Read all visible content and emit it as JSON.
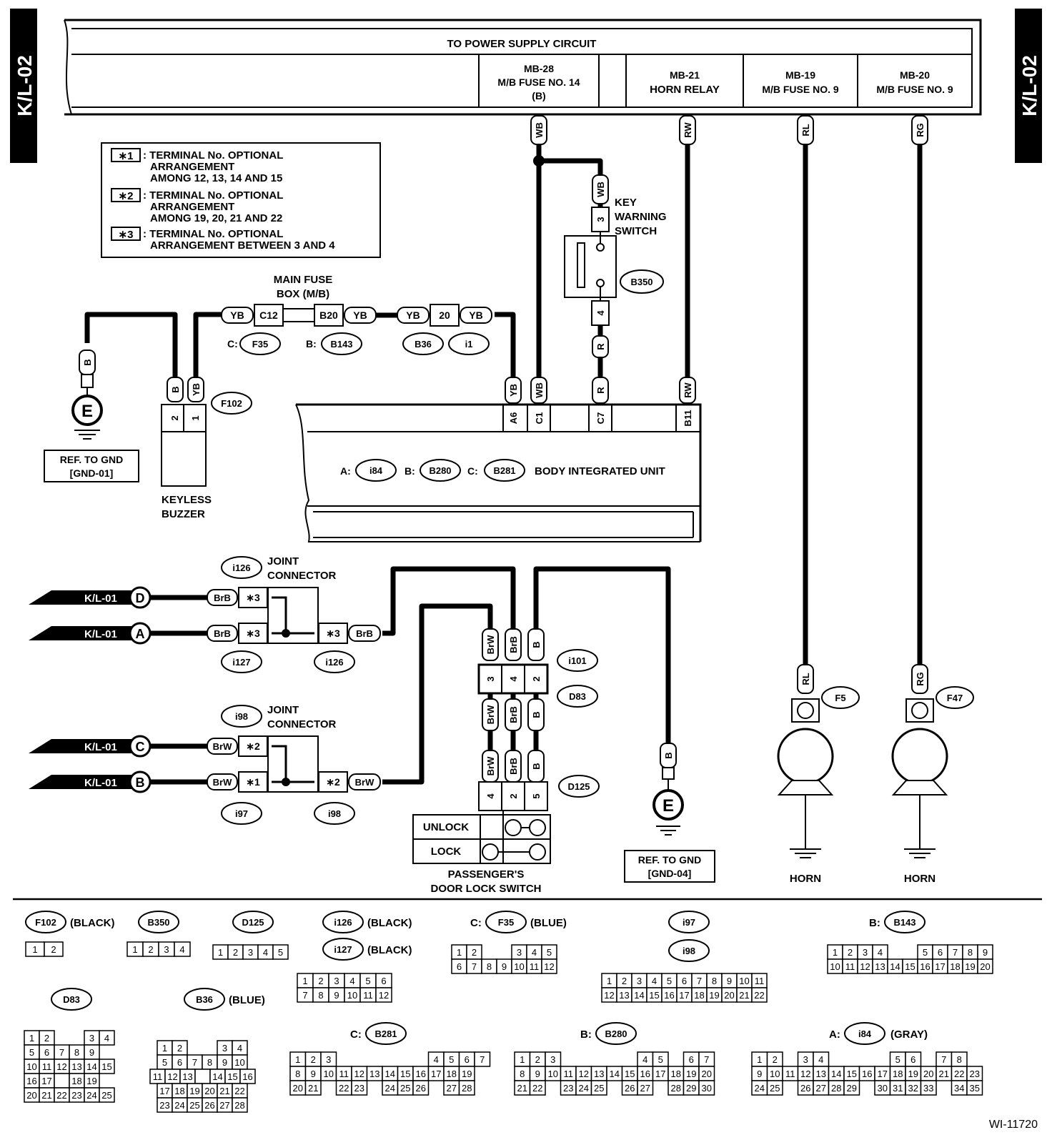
{
  "sheet": {
    "id_left": "K/L-02",
    "id_right": "K/L-02",
    "figure_number": "WI-11720"
  },
  "power_supply": {
    "title": "TO POWER SUPPLY CIRCUIT",
    "fuse14_l1": "MB-28",
    "fuse14_l2": "M/B FUSE NO. 14",
    "fuse14_l3": "(B)",
    "horn_relay_l1": "MB-21",
    "horn_relay_l2": "HORN RELAY",
    "fuse9a_l1": "MB-19",
    "fuse9a_l2": "M/B FUSE NO. 9",
    "fuse9b_l1": "MB-20",
    "fuse9b_l2": "M/B FUSE NO. 9"
  },
  "notes": {
    "n1_mark": "∗1",
    "n1_l1": ": TERMINAL No. OPTIONAL",
    "n1_l2": "ARRANGEMENT",
    "n1_l3": "AMONG 12, 13, 14 AND 15",
    "n2_mark": "∗2",
    "n2_l1": ": TERMINAL No. OPTIONAL",
    "n2_l2": "ARRANGEMENT",
    "n2_l3": "AMONG 19, 20, 21 AND 22",
    "n3_mark": "∗3",
    "n3_l1": ": TERMINAL No. OPTIONAL",
    "n3_l2": "ARRANGEMENT BETWEEN 3 AND 4"
  },
  "wires": {
    "wb": "WB",
    "rw": "RW",
    "rl": "RL",
    "rg": "RG",
    "yb": "YB",
    "b": "B",
    "r": "R",
    "brb": "BrB",
    "brw": "BrW"
  },
  "key_switch": {
    "l1": "KEY",
    "l2": "WARNING",
    "l3": "SWITCH",
    "pin_top": "3",
    "pin_bot": "4",
    "conn": "B350"
  },
  "main_fuse": {
    "l1": "MAIN FUSE",
    "l2": "BOX (M/B)",
    "c12": "C12",
    "b20": "B20",
    "pin20": "20",
    "lbl_c": "C:",
    "lbl_b": "B:",
    "f35": "F35",
    "b143": "B143",
    "b36": "B36",
    "i1": "i1"
  },
  "body_unit": {
    "label": "BODY INTEGRATED UNIT",
    "a6": "A6",
    "c1": "C1",
    "c7": "C7",
    "b11": "B11",
    "lbl_a": "A:",
    "lbl_b": "B:",
    "lbl_c": "C:",
    "i84": "i84",
    "b280": "B280",
    "b281": "B281"
  },
  "ground": {
    "e": "E",
    "ref1_l1": "REF. TO GND",
    "ref1_l2": "[GND-01]",
    "ref2_l1": "REF. TO GND",
    "ref2_l2": "[GND-04]"
  },
  "buzzer": {
    "l1": "KEYLESS",
    "l2": "BUZZER",
    "pin2": "2",
    "pin1": "1",
    "conn": "F102"
  },
  "joints": {
    "label_l1": "JOINT",
    "label_l2": "CONNECTOR",
    "i126": "i126",
    "i127": "i127",
    "i98": "i98",
    "i97": "i97",
    "s1": "∗1",
    "s2": "∗2",
    "s3": "∗3"
  },
  "refs": {
    "kl01": "K/L-01",
    "d": "D",
    "a": "A",
    "c": "C",
    "b": "B"
  },
  "door_switch": {
    "i101": "i101",
    "d83": "D83",
    "d125": "D125",
    "p3": "3",
    "p4": "4",
    "p2": "2",
    "p4b": "4",
    "p2b": "2",
    "p5": "5",
    "unlock": "UNLOCK",
    "lock": "LOCK",
    "l1": "PASSENGER'S",
    "l2": "DOOR LOCK SWITCH"
  },
  "horns": {
    "f5": "F5",
    "f47": "F47",
    "label": "HORN"
  },
  "legend": {
    "f102": "F102",
    "black": "(BLACK)",
    "blue": "(BLUE)",
    "gray": "(GRAY)",
    "b350": "B350",
    "d125": "D125",
    "i126": "i126",
    "i127": "i127",
    "f35": "F35",
    "i97": "i97",
    "i98": "i98",
    "b143": "B143",
    "d83": "D83",
    "b36": "B36",
    "b281": "B281",
    "b280": "B280",
    "i84": "i84",
    "c": "C:",
    "b": "B:",
    "a": "A:"
  }
}
